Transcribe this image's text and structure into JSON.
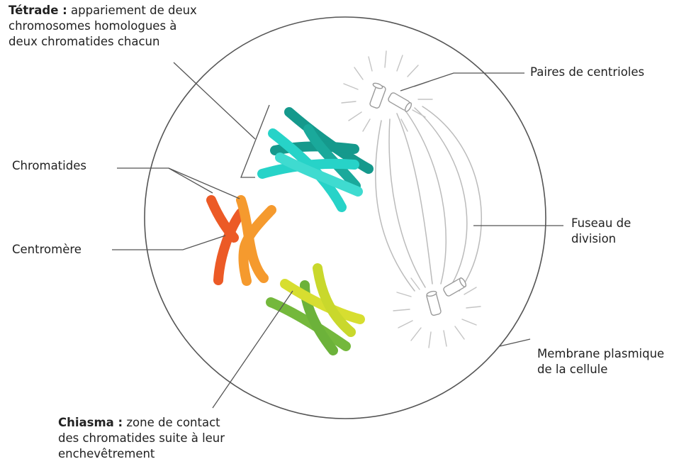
{
  "labels": {
    "tetrade": {
      "term": "Tétrade :",
      "line1": "appariement de deux",
      "line2": "chromosomes homologues à",
      "line3": "deux chromatides chacun"
    },
    "centrioles": "Paires de centrioles",
    "chromatides": "Chromatides",
    "centromere": "Centromère",
    "fuseau": {
      "line1": "Fuseau de",
      "line2": "division"
    },
    "membrane": {
      "line1": "Membrane plasmique",
      "line2": "de la cellule"
    },
    "chiasma": {
      "term": "Chiasma :",
      "line1": "zone de contact",
      "line2": "des chromatides suite à leur",
      "line3": "enchevêtrement"
    }
  },
  "colors": {
    "teal_dark": "#15998c",
    "teal_light": "#27d3c8",
    "orange_red": "#ec5a26",
    "orange": "#f59a2e",
    "lime": "#d7de30",
    "green": "#74b83c",
    "outline": "#555555",
    "spindle": "#bdbdbd"
  }
}
